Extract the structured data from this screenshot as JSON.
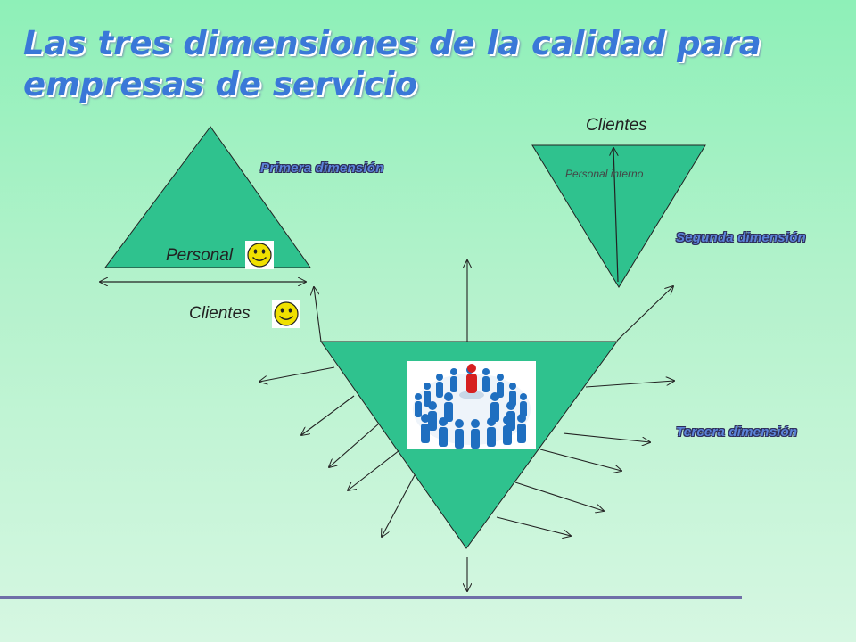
{
  "slide": {
    "title": "Las tres dimensiones de la calidad para empresas de servicio"
  },
  "dimensions": {
    "first": "Primera dimensión",
    "second": "Segunda dimensión",
    "third": "Tercera dimensión"
  },
  "labels": {
    "personal": "Personal",
    "clientes_left": "Clientes",
    "clientes_top": "Clientes",
    "personal_interno": "Personal  interno"
  },
  "colors": {
    "triangle_fill": "#2fc28e",
    "title": "#3a78d8",
    "dimension_text": "#5b82d8",
    "smiley": "#f0e000",
    "people_blue": "#1f6fc0",
    "leader_red": "#d62020"
  },
  "icons": [
    "smiley-face-icon",
    "people-group-icon"
  ]
}
